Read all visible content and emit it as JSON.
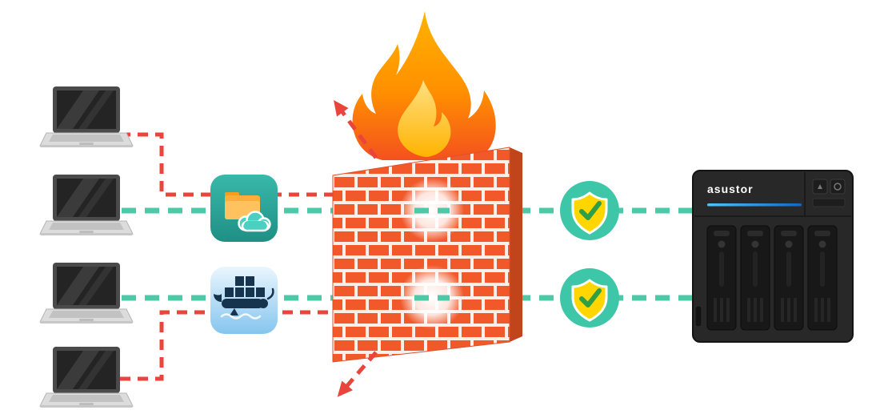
{
  "colors": {
    "allowed_line": "#4EC9A8",
    "blocked_line": "#E8453C",
    "brick": "#F1592B",
    "brick_side": "#C2441B",
    "mortar": "#FBEFE9",
    "fire_outer": "#FF8F00",
    "fire_inner": "#FFC107",
    "shield_badge_bg": "#3EC6A8",
    "shield_fill": "#FFD600",
    "shield_check": "#2F9E44",
    "nas_body": "#282828",
    "nas_accent": "#1E88E5"
  },
  "nas": {
    "brand_label": "asustor",
    "drive_bays": 4
  },
  "nodes": [
    {
      "id": "client-laptop-1",
      "icon": "laptop-icon"
    },
    {
      "id": "client-laptop-2",
      "icon": "laptop-icon"
    },
    {
      "id": "client-laptop-3",
      "icon": "laptop-icon"
    },
    {
      "id": "client-laptop-4",
      "icon": "laptop-icon"
    },
    {
      "id": "backup-app",
      "icon": "cloud-backup-app-icon"
    },
    {
      "id": "docker-app",
      "icon": "docker-app-icon"
    },
    {
      "id": "firewall",
      "icon": "brick-wall-fire-icon"
    },
    {
      "id": "allowed-badge-1",
      "icon": "shield-check-icon"
    },
    {
      "id": "allowed-badge-2",
      "icon": "shield-check-icon"
    },
    {
      "id": "nas",
      "icon": "nas-device",
      "label": "asustor"
    }
  ],
  "edges": [
    {
      "from": "client-laptop-1",
      "to": "firewall",
      "status": "blocked"
    },
    {
      "from": "client-laptop-2",
      "to": "nas",
      "through": [
        "backup-app",
        "firewall",
        "allowed-badge-1"
      ],
      "status": "allowed"
    },
    {
      "from": "client-laptop-3",
      "to": "nas",
      "through": [
        "docker-app",
        "firewall",
        "allowed-badge-2"
      ],
      "status": "allowed"
    },
    {
      "from": "client-laptop-4",
      "to": "firewall",
      "status": "blocked"
    },
    {
      "from": "firewall",
      "to": "deflected-top-left",
      "status": "blocked"
    },
    {
      "from": "firewall",
      "to": "deflected-bottom-left",
      "status": "blocked"
    }
  ]
}
